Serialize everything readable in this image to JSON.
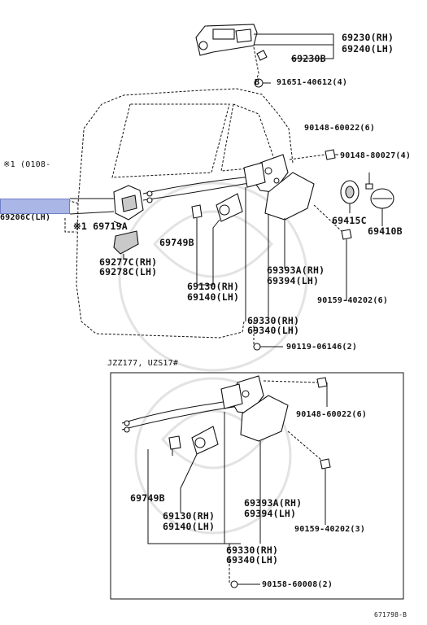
{
  "upper": {
    "outside_handle": {
      "rh": "69230(RH)",
      "lh": "69240(LH)",
      "sub": "69230B"
    },
    "ref_b": {
      "marker": "B",
      "part": "91651-40612(4)"
    },
    "note_left": "※1 (0108-",
    "inside_handle_lh": "69206C(LH)",
    "inside_handle_sub": "※1 69719A",
    "bezel": {
      "rh": "69277C(RH)",
      "lh": "69278C(LH)"
    },
    "clip": "69749B",
    "rod": {
      "rh": "69130(RH)",
      "lh": "69140(LH)"
    },
    "lock_assy": {
      "rh": "69330(RH)",
      "lh": "69340(LH)"
    },
    "cover": {
      "rh": "69393A(RH)",
      "lh": "69394(LH)"
    },
    "cap": "69415C",
    "cap2": "69410B",
    "bolt_top": "90148-60022(6)",
    "bolt_side": "90148-80027(4)",
    "screw": "90159-40202(6)",
    "screw_bottom": "90119-06146(2)"
  },
  "lower": {
    "title": "JZZ177, UZS17#",
    "clip": "69749B",
    "bolt_top": "90148-60022(6)",
    "cover": {
      "rh": "69393A(RH)",
      "lh": "69394(LH)"
    },
    "rod": {
      "rh": "69130(RH)",
      "lh": "69140(LH)"
    },
    "screw": "90159-40202(3)",
    "lock_assy": {
      "rh": "69330(RH)",
      "lh": "69340(LH)"
    },
    "screw_bottom": "90158-60008(2)"
  },
  "footer": {
    "code": "671798-B"
  }
}
